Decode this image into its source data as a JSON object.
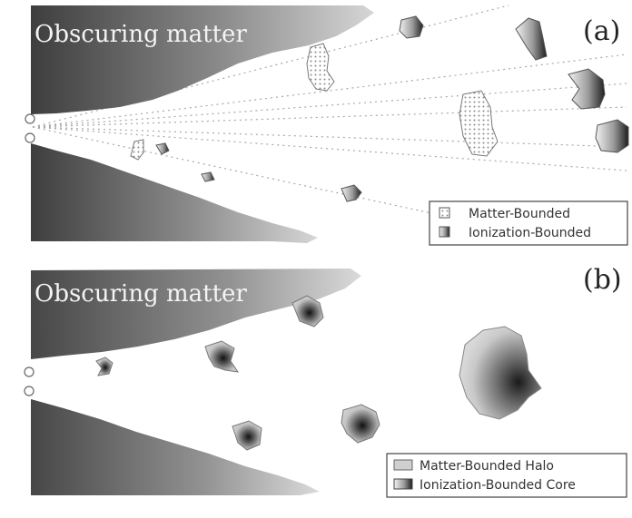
{
  "panels": [
    {
      "label": "(a)",
      "obscuring_text": "Obscuring matter",
      "legend": [
        {
          "text": "Matter-Bounded",
          "swatch": "matter-bounded"
        },
        {
          "text": "Ionization-Bounded",
          "swatch": "ionization-bounded"
        }
      ]
    },
    {
      "label": "(b)",
      "obscuring_text": "Obscuring matter",
      "legend": [
        {
          "text": "Matter-Bounded Halo",
          "swatch": "halo"
        },
        {
          "text": "Ionization-Bounded Core",
          "swatch": "core"
        }
      ]
    }
  ],
  "colors": {
    "obscuring_dark": "#4a4a4a",
    "obscuring_light": "#c8c8c8",
    "cloud_gray": "#bdbdbd",
    "cloud_dark": "#2a2a2a",
    "ray_line": "#9a9a9a"
  }
}
